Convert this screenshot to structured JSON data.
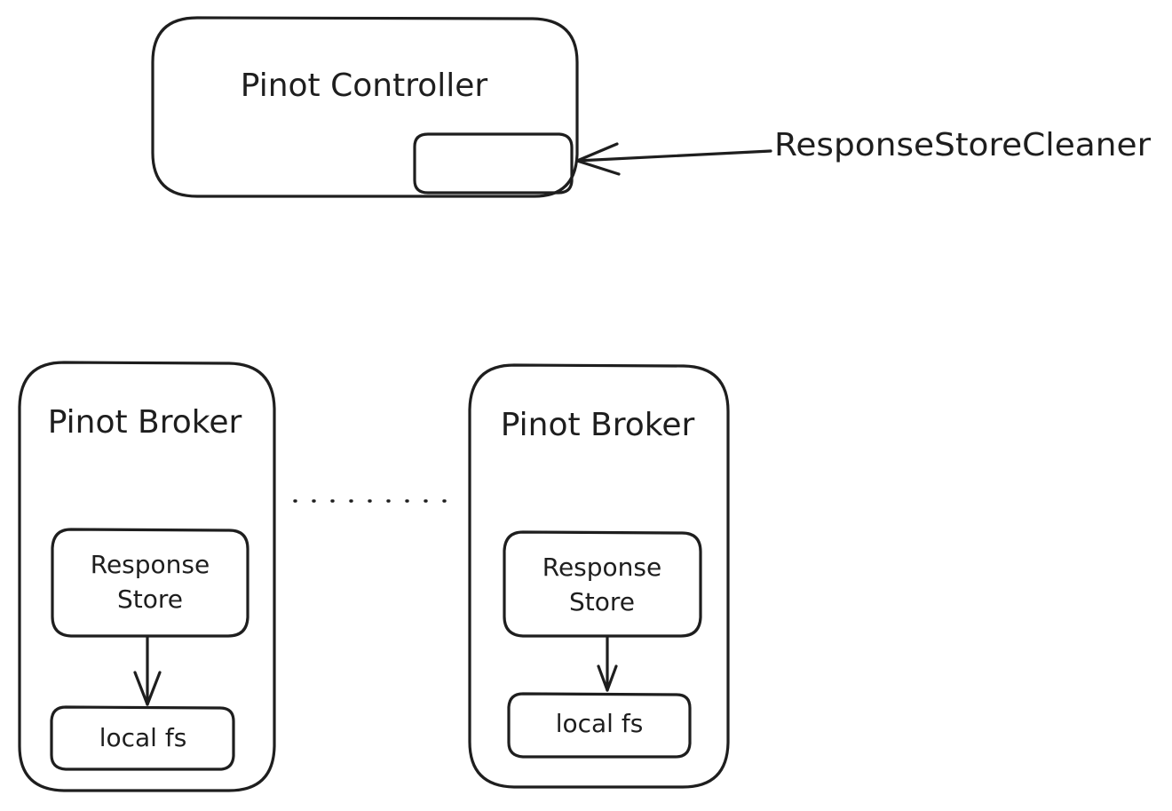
{
  "controller": {
    "title": "Pinot Controller"
  },
  "cleaner": {
    "label": "ResponseStoreCleaner"
  },
  "brokers": [
    {
      "title": "Pinot Broker",
      "store_line1": "Response",
      "store_line2": "Store",
      "fs_label": "local fs"
    },
    {
      "title": "Pinot Broker",
      "store_line1": "Response",
      "store_line2": "Store",
      "fs_label": "local fs"
    }
  ],
  "colors": {
    "stroke": "#1e1e1e",
    "background": "#ffffff"
  }
}
